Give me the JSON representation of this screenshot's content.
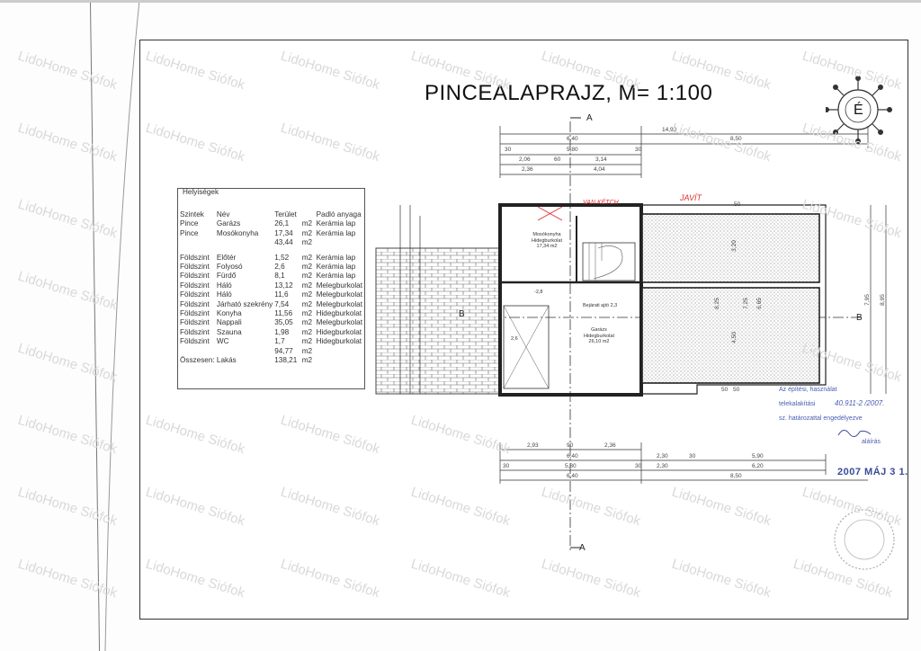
{
  "drawing": {
    "title": "PINCEALAPRAJZ,  M= 1:100",
    "compass_label": "É",
    "section_marks": [
      "A",
      "A",
      "B",
      "B"
    ],
    "red_annotations": [
      "VAN KÉTCH",
      "JAVÍT"
    ]
  },
  "legend": {
    "title": "Helyiségek",
    "headers": [
      "Szintek",
      "Név",
      "Terület",
      "",
      "Padló anyaga"
    ],
    "rows": [
      [
        "Pince",
        "Garázs",
        "26,1",
        "m2",
        "Kerámia lap"
      ],
      [
        "Pince",
        "Mosókonyha",
        "17,34",
        "m2",
        "Kerámia lap"
      ],
      [
        "",
        "",
        "43,44",
        "m2",
        ""
      ],
      [
        "Földszint",
        "Előtér",
        "1,52",
        "m2",
        "Kerámia lap"
      ],
      [
        "Földszint",
        "Folyosó",
        "2,6",
        "m2",
        "Kerámia lap"
      ],
      [
        "Földszint",
        "Fürdő",
        "8,1",
        "m2",
        "Kerámia lap"
      ],
      [
        "Földszint",
        "Háló",
        "13,12",
        "m2",
        "Melegburkolat"
      ],
      [
        "Földszint",
        "Háló",
        "11,6",
        "m2",
        "Melegburkolat"
      ],
      [
        "Földszint",
        "Járható szekrény",
        "7,54",
        "m2",
        "Melegburkolat"
      ],
      [
        "Földszint",
        "Konyha",
        "11,56",
        "m2",
        "Hidegburkolat"
      ],
      [
        "Földszint",
        "Nappali",
        "35,05",
        "m2",
        "Melegburkolat"
      ],
      [
        "Földszint",
        "Szauna",
        "1,98",
        "m2",
        "Hidegburkolat"
      ],
      [
        "Földszint",
        "WC",
        "1,7",
        "m2",
        "Hidegburkolat"
      ],
      [
        "",
        "",
        "94,77",
        "m2",
        ""
      ],
      [
        "Összesen:",
        "Lakás",
        "138,21",
        "m2",
        ""
      ]
    ]
  },
  "rooms": {
    "laundry": [
      "Mosókonyha",
      "Hidegburkolat",
      "17,34 m2"
    ],
    "garage": [
      "Garázs",
      "Hidegburkolat",
      "26,10 m2"
    ],
    "stair_note": "Bejárati ajtó 2,3",
    "level_a": "-2,8",
    "level_b": "2,6"
  },
  "dimensions": {
    "top_total": "14,90",
    "top_row1": [
      "6,40",
      "8,50"
    ],
    "top_row2": [
      "30",
      "5,80",
      "30"
    ],
    "top_row3": [
      "2,06",
      "60",
      "3,14"
    ],
    "top_row4": [
      "2,36",
      "4,04"
    ],
    "bottom_row1": [
      "2,93",
      "90",
      "2,36"
    ],
    "bottom_row2": [
      "6,40",
      "2,30",
      "30",
      "5,90"
    ],
    "bottom_row3": [
      "30",
      "5,80",
      "30",
      "2,30",
      "6,20"
    ],
    "bottom_row4": [
      "6,40",
      "8,50"
    ],
    "right": [
      "7,95",
      "8,95"
    ],
    "inner": [
      "3,20",
      "4,50",
      "8,25",
      "7,25",
      "6,65",
      "50",
      "50",
      "50"
    ]
  },
  "stamp": {
    "line1": "Az építési, használat",
    "line2": "telekalakítási",
    "line2_value": "40.911-2 /2007.",
    "line3": "sz. határozattal engedélyezve",
    "signature": "aláírás",
    "date": "2007 MÁJ 3 1."
  },
  "watermark": "LidoHome Siófok"
}
